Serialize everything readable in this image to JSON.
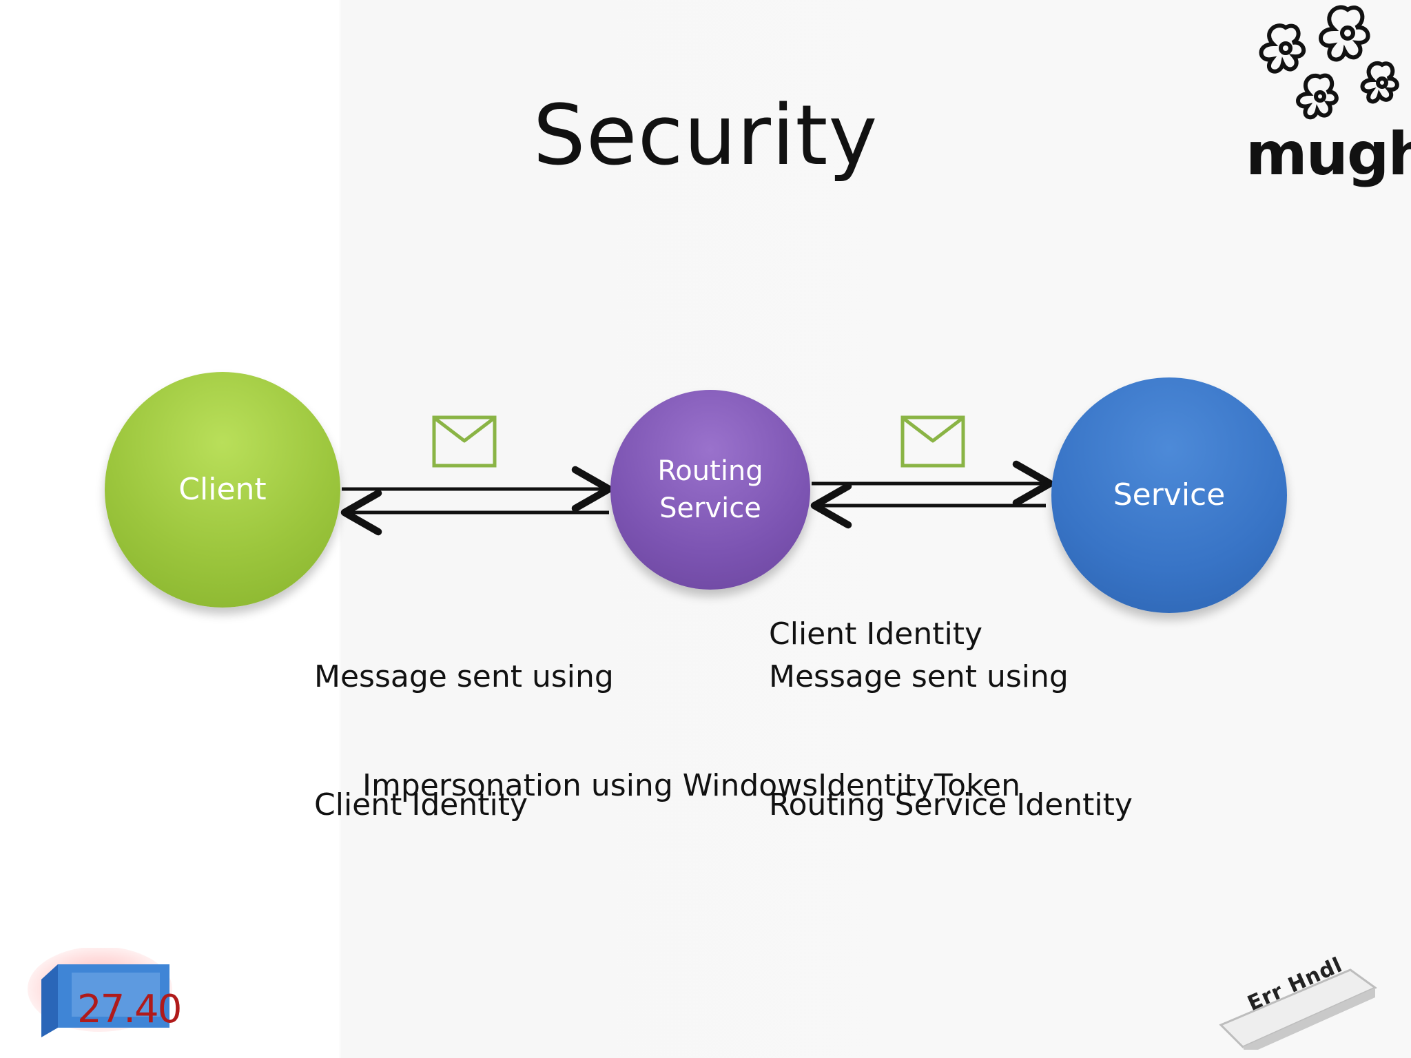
{
  "slide": {
    "title": "Security",
    "logo_text": "mugh"
  },
  "diagram": {
    "nodes": {
      "client": {
        "label": "Client",
        "color": "#9cc63d"
      },
      "routing": {
        "label_line1": "Routing",
        "label_line2": "Service",
        "color": "#7c54b2"
      },
      "service": {
        "label": "Service",
        "color": "#3874c6"
      }
    },
    "message_icon": "envelope-icon",
    "captions": {
      "left_line1": "Message sent using",
      "left_line2": "Client Identity",
      "right_line1": "Message sent using",
      "right_line2_a": "Client Identity",
      "right_line2_b": "Routing Service Identity"
    },
    "footer": "Impersonation using WindowsIdentityToken"
  },
  "overlays": {
    "timer": "27.40",
    "tag": "Err Hndl"
  },
  "colors": {
    "envelope": "#8ab445",
    "arrow": "#111111"
  }
}
